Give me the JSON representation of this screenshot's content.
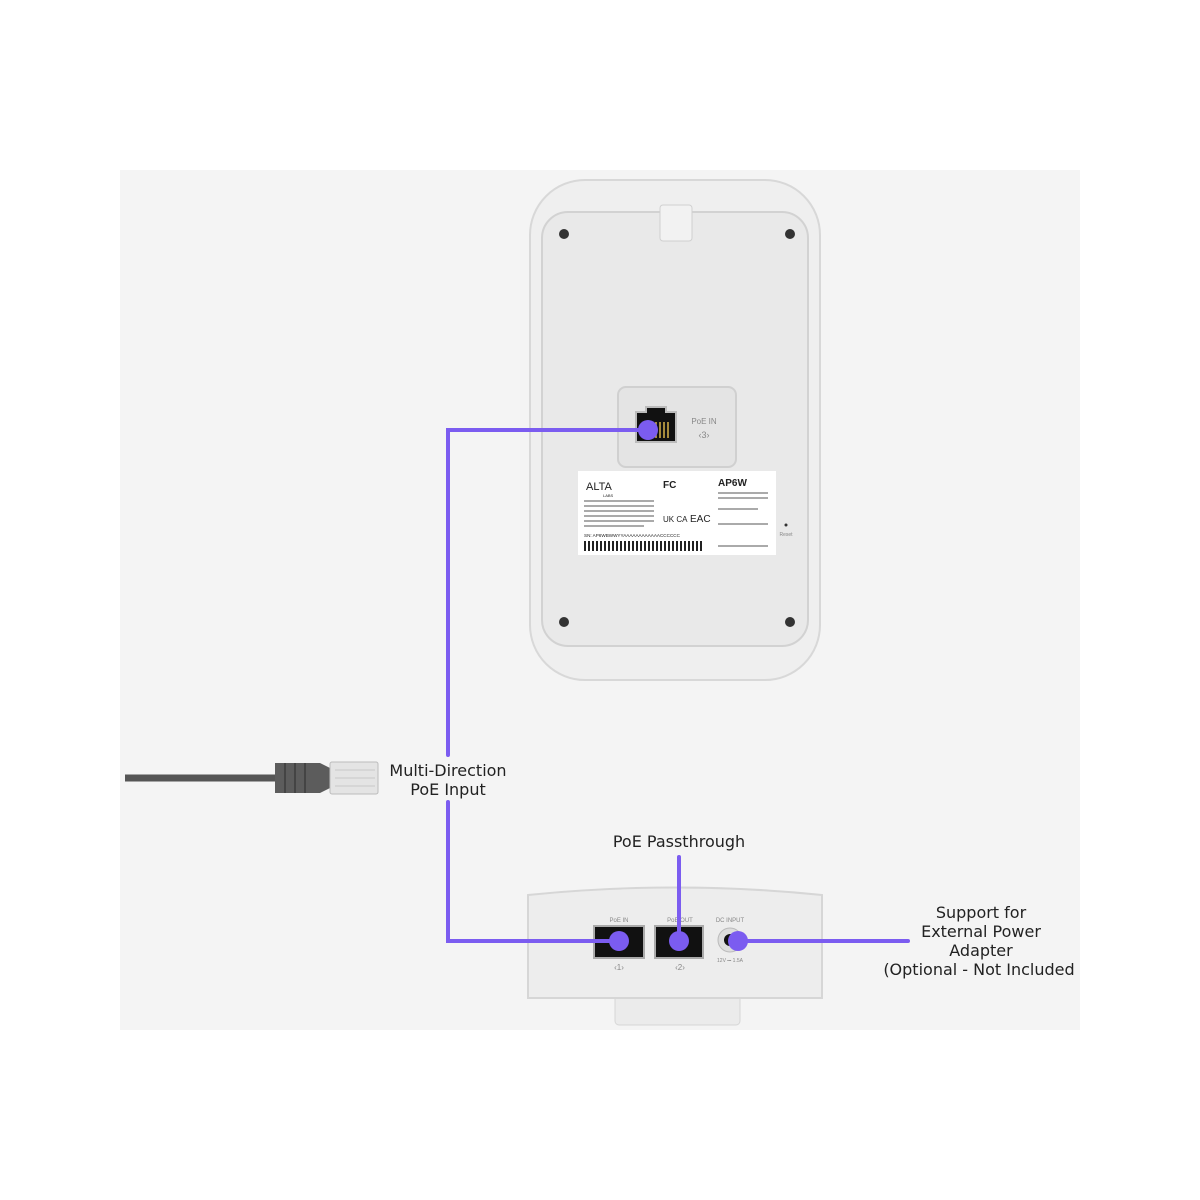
{
  "colors": {
    "accent": "#7b5cf0",
    "panel": "#f4f4f4",
    "device": "#ececec"
  },
  "labels": {
    "multi_direction_line1": "Multi-Direction",
    "multi_direction_line2": "PoE Input",
    "passthrough": "PoE Passthrough",
    "external_line1": "Support for",
    "external_line2": "External Power",
    "external_line3": "Adapter",
    "external_line4": "(Optional - Not Included"
  },
  "top_device": {
    "port_label": "PoE IN",
    "port_number": "‹3›",
    "brand": "ALTA",
    "brand_sub": "LABS",
    "model": "AP6W",
    "serial": "SN: AP6WBWWYYAAAAAAAAAAAACCCCCC",
    "reset_label": "Reset",
    "cert_marks": [
      "FC",
      "UK CA",
      "EAC"
    ]
  },
  "bottom_device": {
    "ports": [
      {
        "label": "PoE IN",
        "number": "‹1›"
      },
      {
        "label": "PoE OUT",
        "number": "‹2›"
      },
      {
        "label": "DC INPUT",
        "number": "12V ⎓ 1.5A"
      }
    ]
  }
}
